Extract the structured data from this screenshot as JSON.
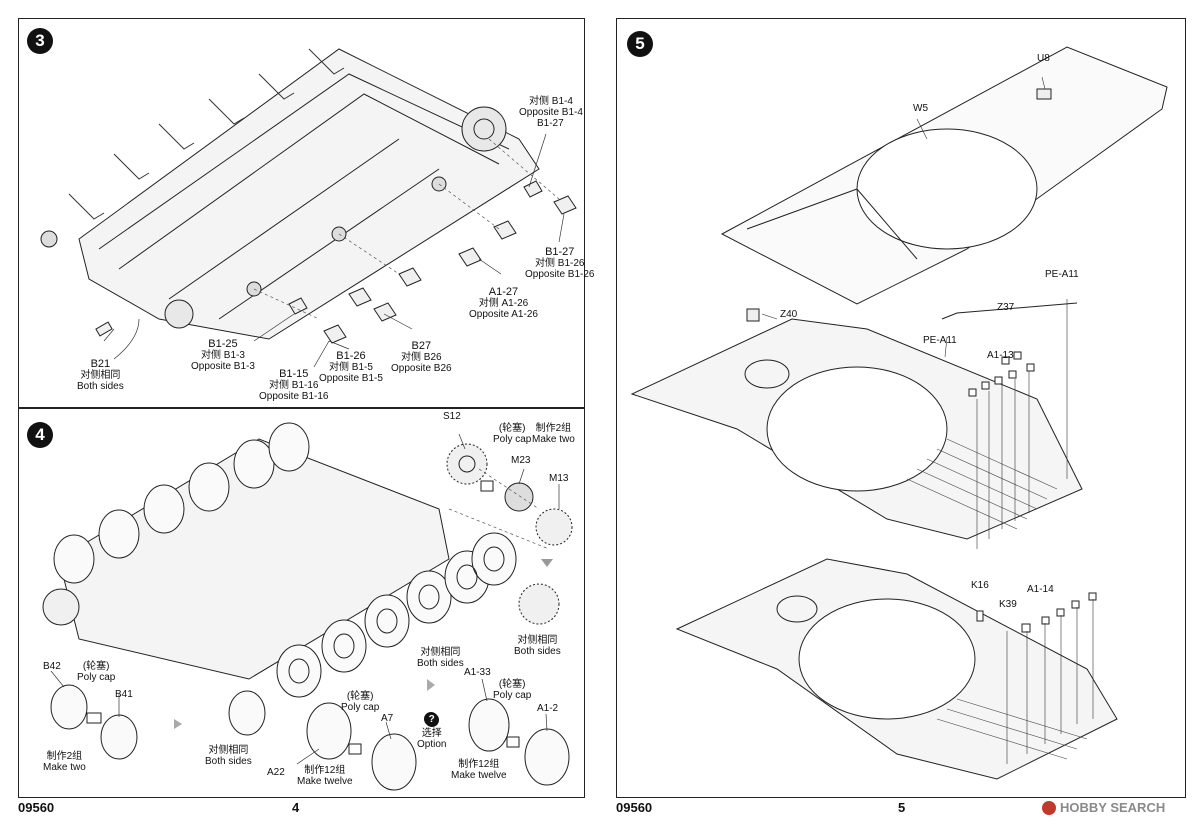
{
  "left_page": {
    "code": "09560",
    "page_number": "4",
    "step3": {
      "number": "3",
      "labels": {
        "b1_4": {
          "cn": "对侧 B1-4",
          "en": "Opposite B1-4"
        },
        "b1_27_top": "B1-27",
        "b1_27_right": {
          "part": "B1-27",
          "cn": "对侧 B1-26",
          "en": "Opposite B1-26"
        },
        "a1_27": {
          "part": "A1-27",
          "cn": "对侧 A1-26",
          "en": "Opposite A1-26"
        },
        "b27": {
          "part": "B27",
          "cn": "对侧 B26",
          "en": "Opposite B26"
        },
        "b1_26": {
          "part": "B1-26",
          "cn": "对侧 B1-5",
          "en": "Opposite B1-5"
        },
        "b1_25": {
          "part": "B1-25",
          "cn": "对侧 B1-3",
          "en": "Opposite B1-3"
        },
        "b1_15": {
          "part": "B1-15",
          "cn": "对侧 B1-16",
          "en": "Opposite B1-16"
        },
        "b21": {
          "part": "B21",
          "cn": "对侧相同",
          "en": "Both sides"
        }
      }
    },
    "step4": {
      "number": "4",
      "labels": {
        "s12": "S12",
        "poly_cap_top": {
          "cn": "(轮塞)",
          "en": "Poly cap"
        },
        "make_two_top": {
          "cn": "制作2组",
          "en": "Make two"
        },
        "m23": "M23",
        "m13": "M13",
        "both_sides_right": {
          "cn": "对侧相同",
          "en": "Both sides"
        },
        "both_sides_mid": {
          "cn": "对侧相同",
          "en": "Both sides"
        },
        "both_sides_bottom": {
          "cn": "对侧相同",
          "en": "Both sides"
        },
        "b42": "B42",
        "poly_cap_left": {
          "cn": "(轮塞)",
          "en": "Poly cap"
        },
        "b41": "B41",
        "make_two_left": {
          "cn": "制作2组",
          "en": "Make two"
        },
        "poly_cap_mid": {
          "cn": "(轮塞)",
          "en": "Poly cap"
        },
        "a22": "A22",
        "a7": "A7",
        "make_twelve_mid": {
          "cn": "制作12组",
          "en": "Make twelve"
        },
        "option": {
          "icon": "?",
          "cn": "选择",
          "en": "Option"
        },
        "a1_33": "A1-33",
        "poly_cap_right": {
          "cn": "(轮塞)",
          "en": "Poly cap"
        },
        "a1_2": "A1-2",
        "make_twelve_right": {
          "cn": "制作12组",
          "en": "Make twelve"
        }
      }
    }
  },
  "right_page": {
    "code": "09560",
    "page_number": "5",
    "watermark": "HOBBY SEARCH",
    "step5": {
      "number": "5",
      "labels": {
        "u8": "U8",
        "w5": "W5",
        "pe_a11_top": "PE-A11",
        "z40": "Z40",
        "z37": "Z37",
        "pe_a11_left": "PE-A11",
        "a1_13": "A1-13",
        "k16": "K16",
        "a1_14": "A1-14",
        "k39": "K39"
      }
    }
  },
  "colors": {
    "ink": "#111111",
    "paper": "#ffffff",
    "watermark": "#8a8a8a",
    "watermark_logo": "#c0392b"
  }
}
